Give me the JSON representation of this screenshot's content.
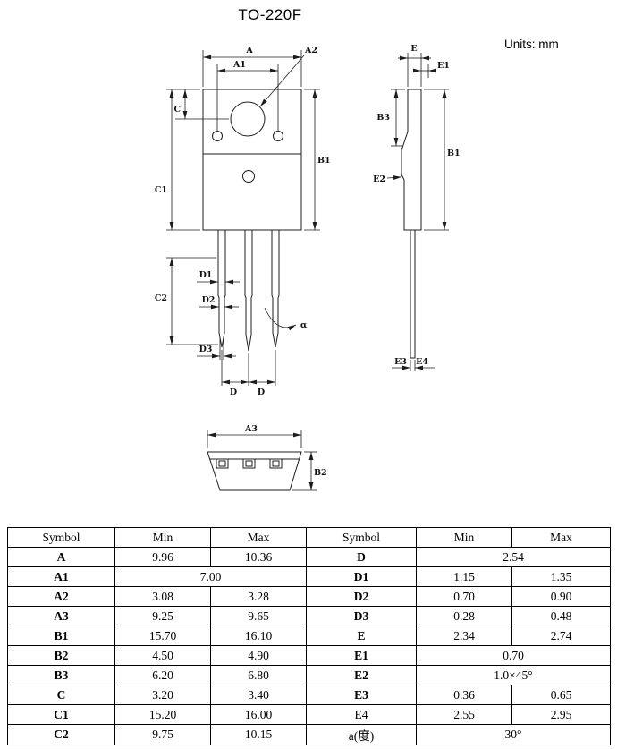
{
  "page": {
    "title": "TO-220F",
    "units_label": "Units: mm"
  },
  "labels": {
    "A": "A",
    "A1": "A1",
    "A2": "A2",
    "A3": "A3",
    "B1": "B1",
    "B2": "B2",
    "B3": "B3",
    "C": "C",
    "C1": "C1",
    "C2": "C2",
    "D": "D",
    "D1": "D1",
    "D2": "D2",
    "D3": "D3",
    "E": "E",
    "E1": "E1",
    "E2": "E2",
    "E3": "E3",
    "E4": "E4",
    "alpha": "α"
  },
  "table": {
    "headers": [
      "Symbol",
      "Min",
      "Max",
      "Symbol",
      "Min",
      "Max"
    ],
    "rows": [
      [
        "A",
        "9.96",
        "10.36",
        "D",
        "2.54"
      ],
      [
        "A1",
        "7.00",
        "D1",
        "1.15",
        "1.35"
      ],
      [
        "A2",
        "3.08",
        "3.28",
        "D2",
        "0.70",
        "0.90"
      ],
      [
        "A3",
        "9.25",
        "9.65",
        "D3",
        "0.28",
        "0.48"
      ],
      [
        "B1",
        "15.70",
        "16.10",
        "E",
        "2.34",
        "2.74"
      ],
      [
        "B2",
        "4.50",
        "4.90",
        "E1",
        "0.70"
      ],
      [
        "B3",
        "6.20",
        "6.80",
        "E2",
        "1.0×45°"
      ],
      [
        "C",
        "3.20",
        "3.40",
        "E3",
        "0.36",
        "0.65"
      ],
      [
        "C1",
        "15.20",
        "16.00",
        "E4",
        "2.55",
        "2.95"
      ],
      [
        "C2",
        "9.75",
        "10.15",
        "a(度)",
        "30°"
      ]
    ]
  }
}
